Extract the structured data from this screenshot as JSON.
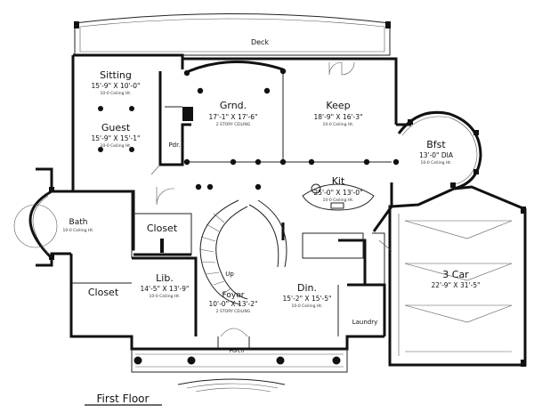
{
  "caption": "First Floor",
  "rooms": {
    "deck": {
      "name": "Deck"
    },
    "sitting": {
      "name": "Sitting",
      "dims": "15'-9\" X 10'-0\"",
      "ceiling": "10-0 Ceiling Ht."
    },
    "guest": {
      "name": "Guest",
      "dims": "15'-9\" X 15'-1\"",
      "ceiling": "10-0 Ceiling Ht."
    },
    "pdr": {
      "name": "Pdr."
    },
    "grnd": {
      "name": "Grnd.",
      "dims": "17'-1\" X 17'-6\"",
      "ceiling": "2 STORY CEILING"
    },
    "keep": {
      "name": "Keep",
      "dims": "18'-9\" X 16'-3\"",
      "ceiling": "10-0 Ceiling Ht."
    },
    "bfst": {
      "name": "Bfst",
      "dims": "13'-0\" DIA",
      "ceiling": "10-0 Ceiling Ht."
    },
    "kit": {
      "name": "Kit",
      "dims": "25'-0\" X 13'-0\"",
      "ceiling": "10-0 Ceiling Ht."
    },
    "bath": {
      "name": "Bath",
      "ceiling": "10-0 Ceiling Ht."
    },
    "closet1": {
      "name": "Closet"
    },
    "closet2": {
      "name": "Closet"
    },
    "lib": {
      "name": "Lib.",
      "dims": "14'-5\" X 13'-9\"",
      "ceiling": "10-0 Ceiling Ht."
    },
    "up": {
      "name": "Up"
    },
    "foyer": {
      "name": "Foyer",
      "dims": "10'-0\" X 13'-2\"",
      "ceiling": "2 STORY CEILING"
    },
    "din": {
      "name": "Din.",
      "dims": "15'-2\" X 15'-5\"",
      "ceiling": "10-0 Ceiling Ht."
    },
    "laundry": {
      "name": "Laundry"
    },
    "garage": {
      "name": "3 Car",
      "dims": "22'-9\" X 31'-5\""
    },
    "porch": {
      "name": "Porch"
    }
  }
}
